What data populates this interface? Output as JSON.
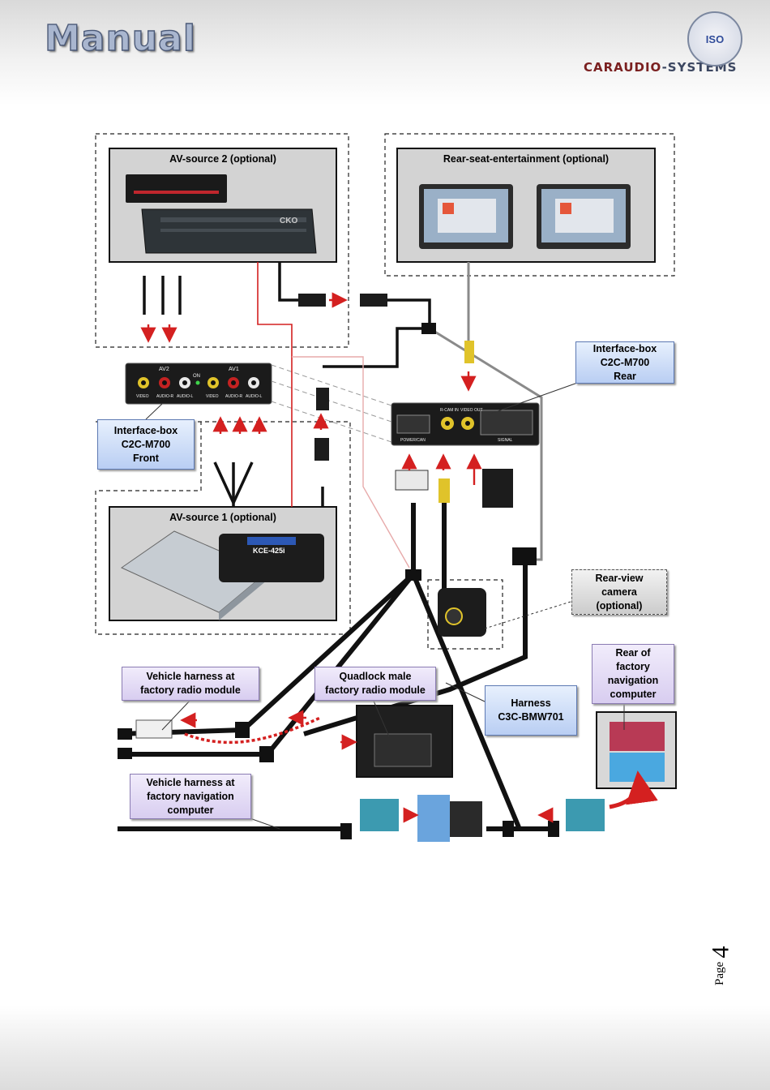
{
  "header": {
    "manual_title": "Manual",
    "brand_part1": "CARAUDIO",
    "brand_part2": "-SYSTEMS",
    "iso_badge": "ISO"
  },
  "components": {
    "av_source_2": "AV-source 2 (optional)",
    "rear_seat_entertainment": "Rear-seat-entertainment (optional)",
    "av_source_1": "AV-source 1 (optional)",
    "device_label_kce": "KCE-425i",
    "device_label_cko": "CKO"
  },
  "front_panel": {
    "av2": "AV2",
    "av1": "AV1",
    "on": "ON",
    "video": "VIDEO",
    "audio_r": "AUDIO-R",
    "audio_l": "AUDIO-L"
  },
  "rear_panel": {
    "power_can": "POWER/CAN",
    "r_cam_in": "R-CAM IN",
    "video_out": "VIDEO OUT",
    "signal": "SIGNAL"
  },
  "callouts": {
    "interface_front": [
      "Interface-box",
      "C2C-M700",
      "Front"
    ],
    "interface_rear": [
      "Interface-box",
      "C2C-M700",
      "Rear"
    ],
    "rear_view_camera": [
      "Rear-view",
      "camera",
      "(optional)"
    ],
    "vehicle_harness_radio": [
      "Vehicle harness at",
      "factory radio module"
    ],
    "quadlock_male": [
      "Quadlock male",
      "factory radio module"
    ],
    "harness": [
      "Harness",
      "C3C-BMW701"
    ],
    "rear_nav_computer": [
      "Rear of",
      "factory",
      "navigation",
      "computer"
    ],
    "vehicle_harness_nav": [
      "Vehicle harness at",
      "factory navigation",
      "computer"
    ]
  },
  "footer": {
    "page_word": "Page",
    "page_number": "4"
  },
  "colors": {
    "cable": "#111111",
    "arrow": "#d42020",
    "red_wire": "#d42020",
    "gray_cable": "#8a8a8a",
    "box_fill": "#d3d3d3"
  }
}
